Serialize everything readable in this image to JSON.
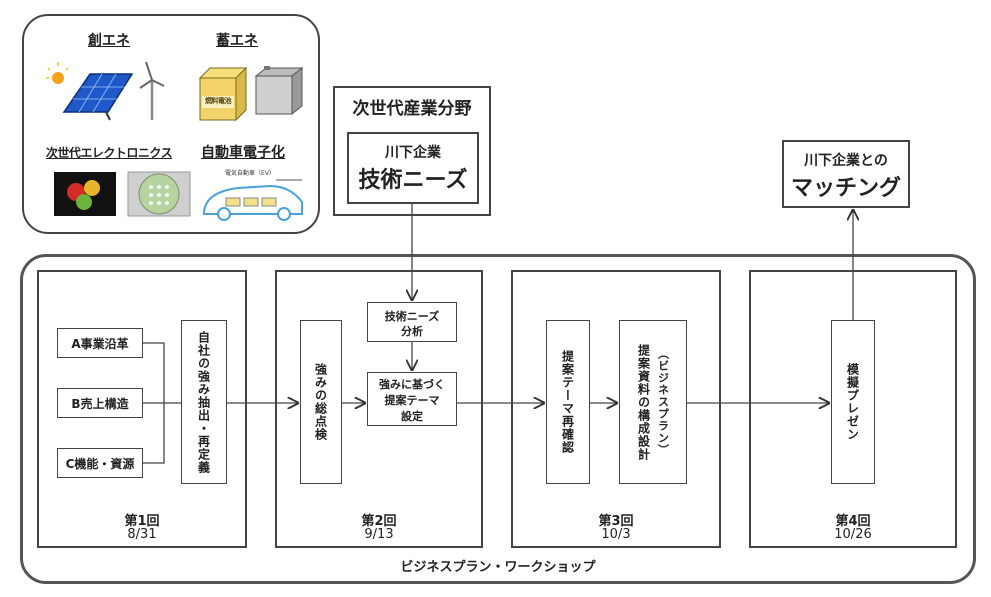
{
  "energy_panel": {
    "create_energy": "創エネ",
    "store_energy": "蓄エネ",
    "next_gen_electronics": "次世代エレクトロニクス",
    "vehicle_electrification": "自動車電子化",
    "fuel_cell_label": "燃料電池",
    "ev_label": "電気自動車（EV）"
  },
  "industry_box": {
    "title": "次世代産業分野",
    "inner_line1": "川下企業",
    "inner_line2": "技術ニーズ"
  },
  "matching_box": {
    "line1": "川下企業との",
    "line2": "マッチング"
  },
  "workshop": {
    "title": "ビジネスプラン・ワークショップ",
    "sessions": [
      {
        "label": "第1回",
        "date": "8/31"
      },
      {
        "label": "第2回",
        "date": "9/13"
      },
      {
        "label": "第3回",
        "date": "10/3"
      },
      {
        "label": "第4回",
        "date": "10/26"
      }
    ],
    "s1": {
      "a": "A事業沿革",
      "b": "B売上構造",
      "c": "C機能・資源",
      "extract": "自社の強み抽出・再定義"
    },
    "s2": {
      "review": "強みの総点検",
      "needs_line1": "技術ニーズ",
      "needs_line2": "分析",
      "theme_line1": "強みに基づく",
      "theme_line2": "提案テーマ",
      "theme_line3": "設定"
    },
    "s3": {
      "reconfirm": "提案テーマ再確認",
      "design_main": "提案資料の構成設計",
      "design_sub": "（ビジネスプラン）"
    },
    "s4": {
      "mock": "模擬プレゼン"
    }
  }
}
